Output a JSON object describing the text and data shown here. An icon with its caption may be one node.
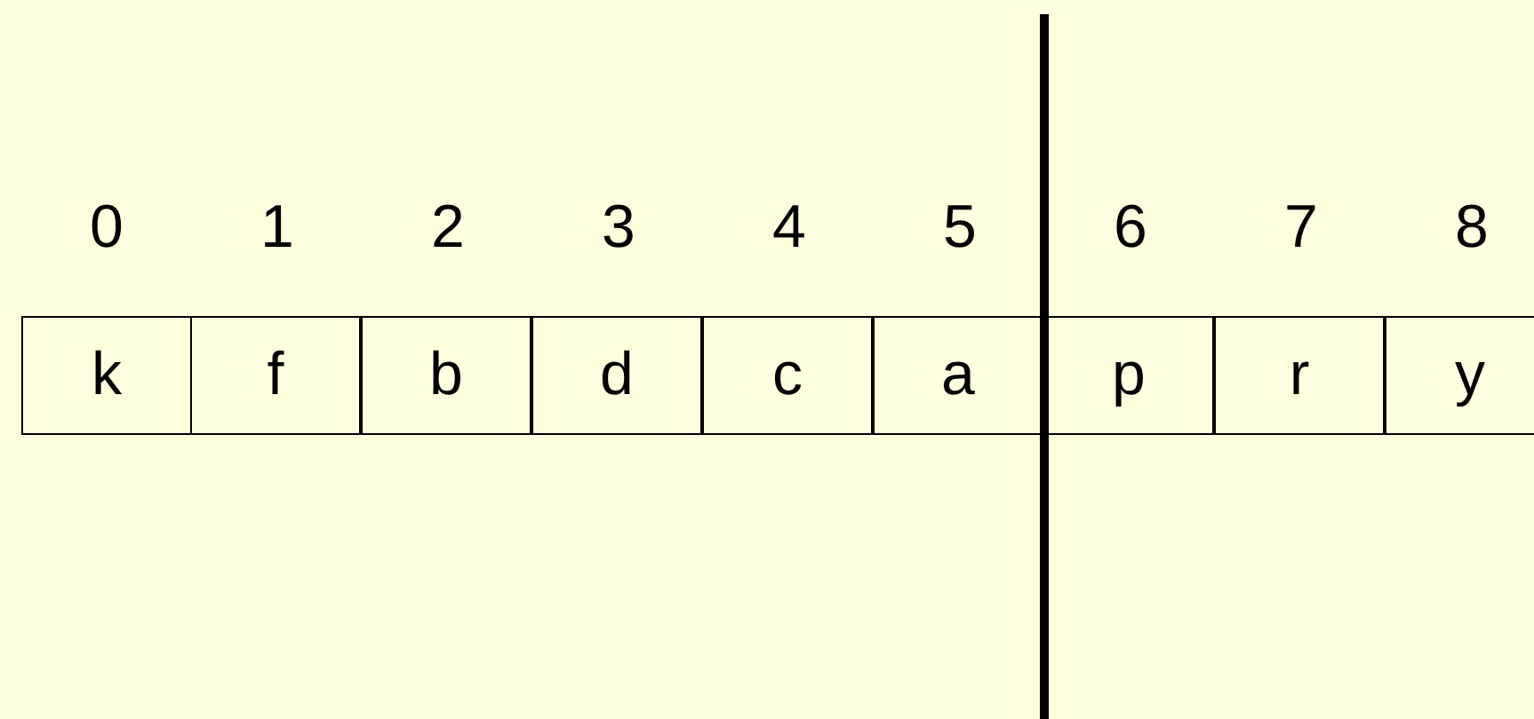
{
  "diagram": {
    "nodes": [
      {
        "text": [
          "k"
        ]
      },
      {
        "text": [
          "f"
        ]
      },
      {
        "text": [
          "b"
        ]
      },
      {
        "text": [
          "d"
        ]
      },
      {
        "text": [
          "c"
        ]
      },
      {
        "text": [
          "a"
        ]
      },
      {
        "text": [
          "p"
        ]
      },
      {
        "text": [
          "r"
        ]
      },
      {
        "text": [
          "y"
        ]
      }
    ],
    "edges": [],
    "labels": [
      "0",
      "1",
      "2",
      "3",
      "4",
      "5",
      "6",
      "7",
      "8"
    ]
  }
}
